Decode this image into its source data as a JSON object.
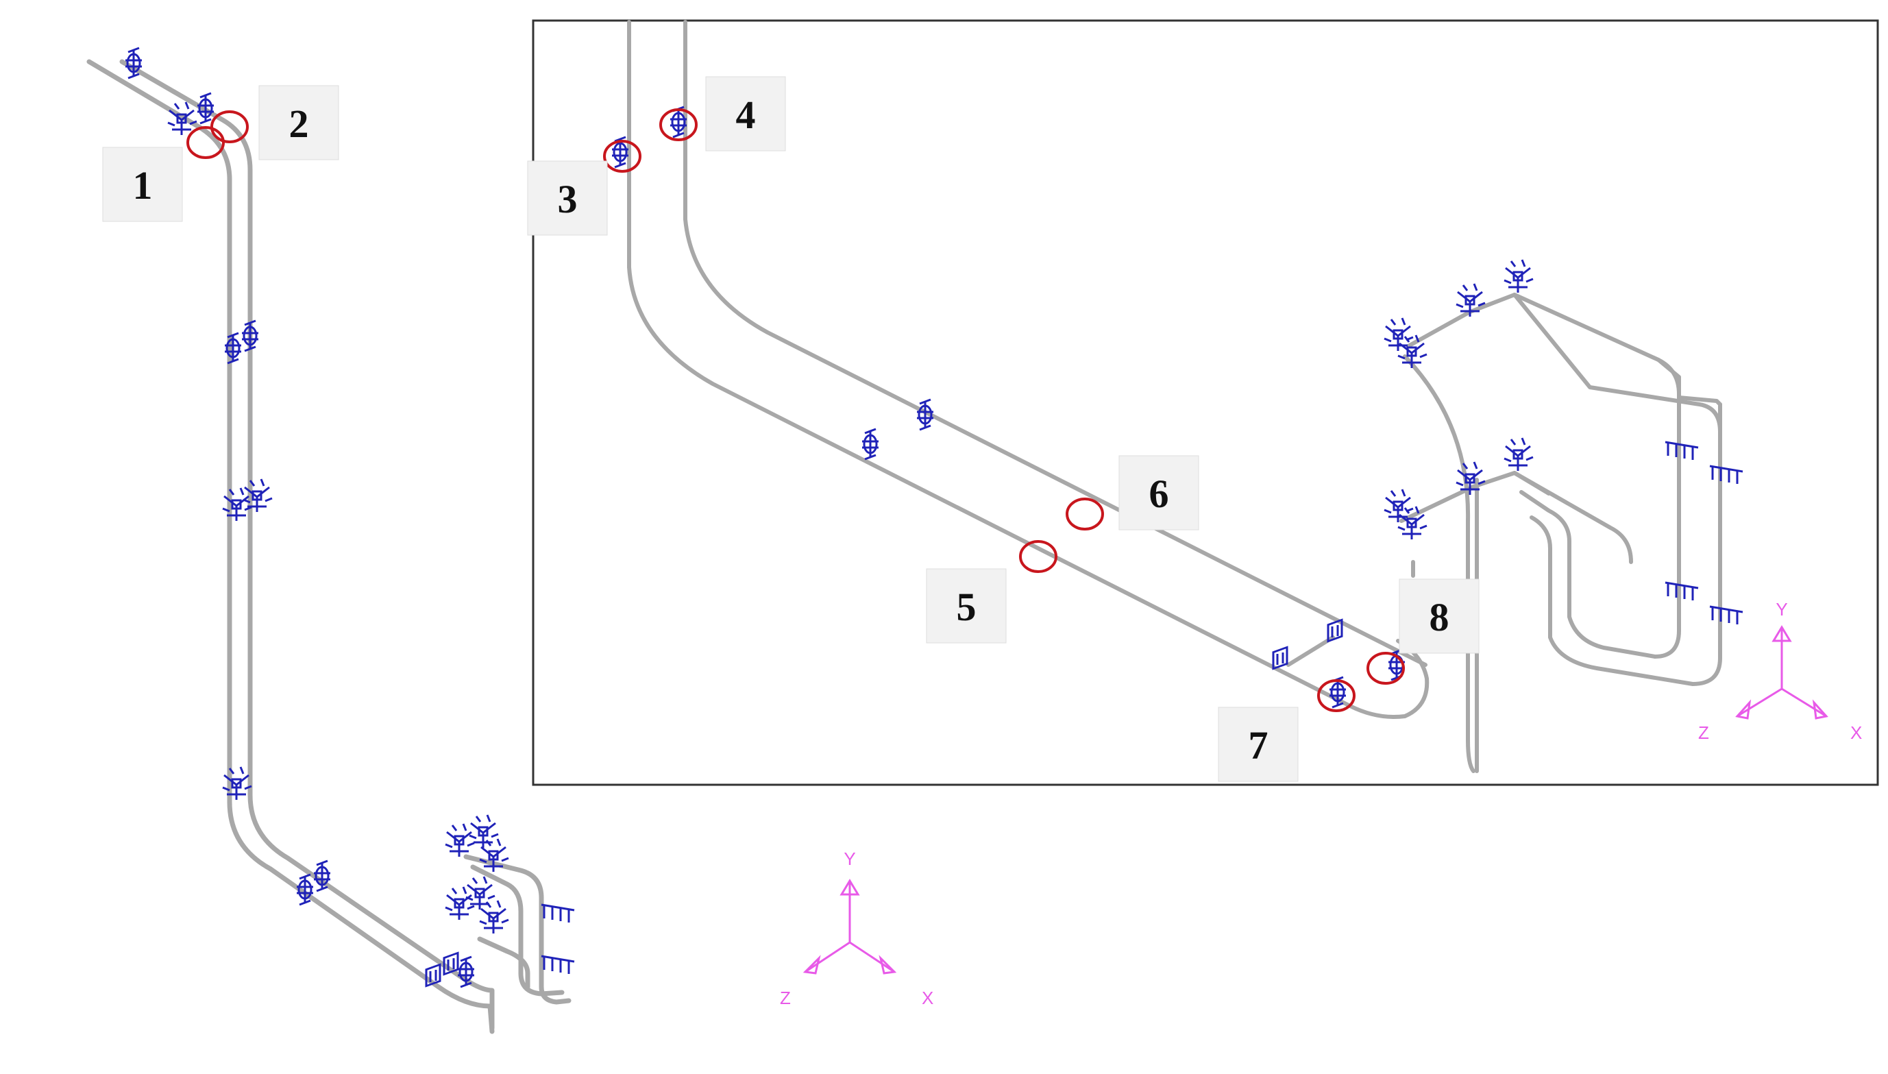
{
  "colors": {
    "pipe": "#a8a8a8",
    "support": "#1f22b8",
    "highlight": "#c8161d",
    "axis": "#e85ae8",
    "label_bg": "#f2f2f2",
    "frame": "#333333"
  },
  "icons": {
    "support": "pipe-support-symbol-icon",
    "highlight": "red-circle-marker-icon",
    "axis": "xyz-triad-icon"
  },
  "labels": [
    "1",
    "2",
    "3",
    "4",
    "5",
    "6",
    "7",
    "8"
  ],
  "triad": {
    "y": "Y",
    "x": "X",
    "z": "Z"
  }
}
